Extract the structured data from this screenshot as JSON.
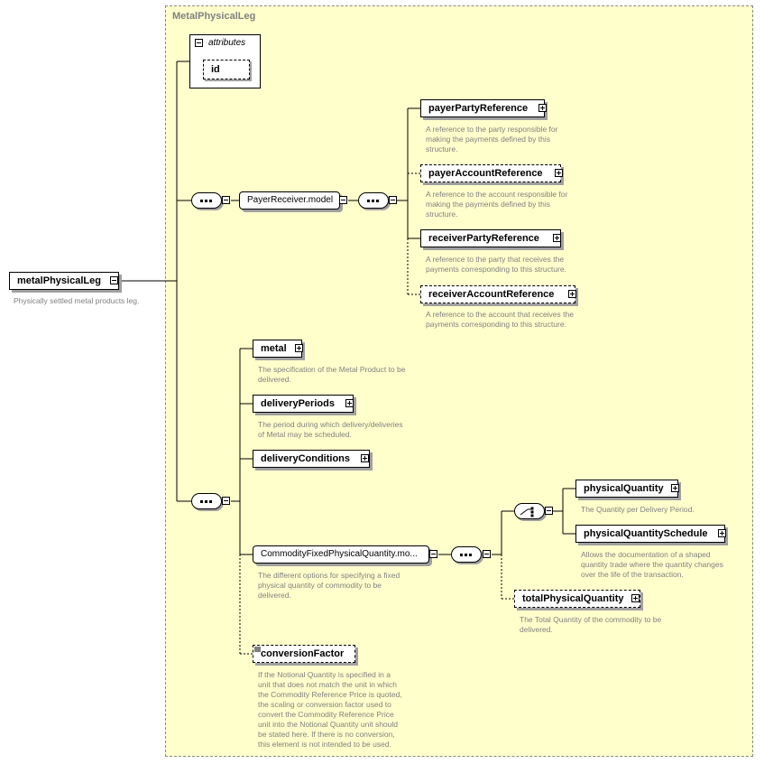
{
  "container": {
    "title": "MetalPhysicalLeg"
  },
  "attributes": {
    "label": "attributes",
    "items": [
      "id"
    ]
  },
  "root": {
    "name": "metalPhysicalLeg",
    "description": "Physically settled metal products leg."
  },
  "payer_receiver": {
    "model": "PayerReceiver.model",
    "elements": [
      {
        "name": "payerPartyReference",
        "optional": false,
        "desc": [
          "A reference to the party responsible for",
          "making the payments defined by this",
          "structure."
        ]
      },
      {
        "name": "payerAccountReference",
        "optional": true,
        "desc": [
          "A reference to the account responsible for",
          "making the payments defined by this",
          "structure."
        ]
      },
      {
        "name": "receiverPartyReference",
        "optional": false,
        "desc": [
          "A reference to the party that receives the",
          "payments corresponding to this structure."
        ]
      },
      {
        "name": "receiverAccountReference",
        "optional": true,
        "desc": [
          "A reference to the account that receives the",
          "payments corresponding to this structure."
        ]
      }
    ]
  },
  "metal_elements": [
    {
      "name": "metal",
      "desc": [
        "The specification of the Metal Product to be",
        "delivered."
      ]
    },
    {
      "name": "deliveryPeriods",
      "desc": [
        "The period during which delivery/deliveries",
        "of Metal may be scheduled."
      ]
    },
    {
      "name": "deliveryConditions",
      "desc": []
    }
  ],
  "quantity": {
    "model": "CommodityFixedPhysicalQuantity.mo...",
    "desc": [
      "The different options for specifying a fixed",
      "physical quantity of commodity to be",
      "delivered."
    ],
    "choice": [
      {
        "name": "physicalQuantity",
        "desc": [
          "The Quantity per Delivery Period."
        ]
      },
      {
        "name": "physicalQuantitySchedule",
        "desc": [
          "Allows the documentation of a shaped",
          "quantity trade where the quantity changes",
          "over the life of the transaction."
        ]
      }
    ],
    "total": {
      "name": "totalPhysicalQuantity",
      "desc": [
        "The Total Quantity of the commodity to be",
        "delivered."
      ]
    }
  },
  "conversion": {
    "name": "conversionFactor",
    "desc": [
      "If the Notional Quantity is specified in a",
      "unit that does not match the unit in which",
      "the Commodity Reference Price is quoted,",
      "the scaling or conversion factor used to",
      "convert the Commodity Reference Price",
      "unit into the Notional Quantity unit should",
      "be stated here. If there is no conversion,",
      "this element is not intended to be used."
    ]
  }
}
